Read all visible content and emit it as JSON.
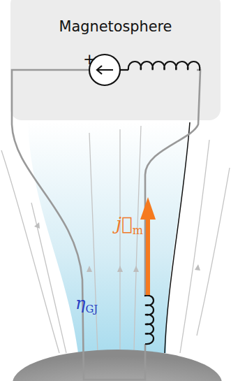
{
  "diagram": {
    "nodes": [
      {
        "text": [
          "Magnetosphere"
        ]
      }
    ],
    "labels": [
      "+",
      "j⃗m",
      "ηGJ"
    ]
  }
}
